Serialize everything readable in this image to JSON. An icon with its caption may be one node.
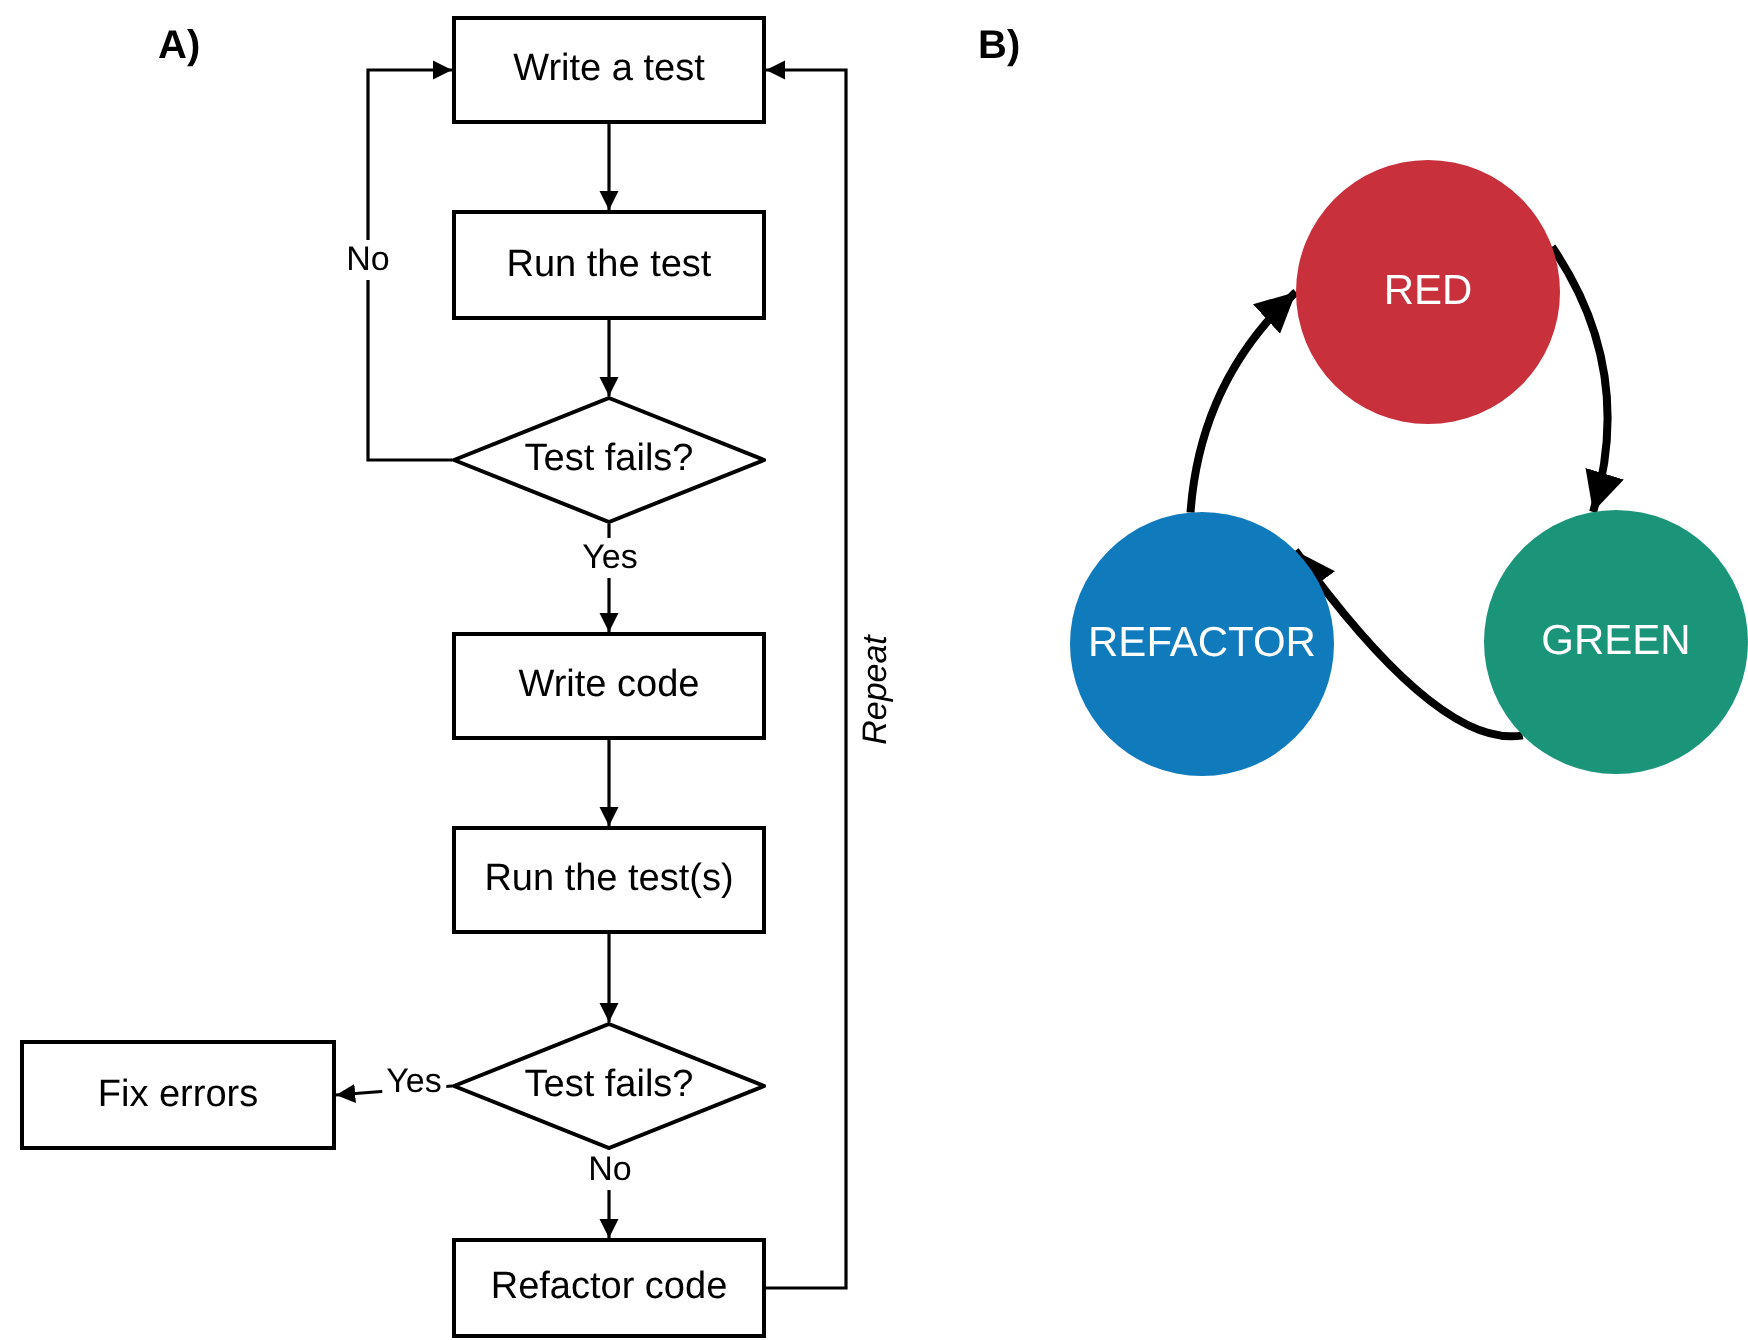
{
  "diagram": {
    "nodes": [
      {
        "text": [
          "Write a test"
        ]
      },
      {
        "text": [
          "Run the test"
        ]
      },
      {
        "text": [
          "Test fails?"
        ]
      },
      {
        "text": [
          "Write code"
        ]
      },
      {
        "text": [
          "Run the test(s)"
        ]
      },
      {
        "text": [
          "Test fails?"
        ]
      },
      {
        "text": [
          "Fix errors"
        ]
      },
      {
        "text": [
          "Refactor code"
        ]
      },
      {
        "text": [
          "RED"
        ]
      },
      {
        "text": [
          "GREEN"
        ]
      },
      {
        "text": [
          "REFACTOR"
        ]
      }
    ],
    "edges": [
      {
        "from": 0,
        "to": 1,
        "arrow": "to"
      },
      {
        "from": 1,
        "to": 2,
        "arrow": "to"
      },
      {
        "from": 2,
        "to": 0,
        "arrow": "to",
        "label": "No"
      },
      {
        "from": 2,
        "to": 3,
        "arrow": "to",
        "label": "Yes"
      },
      {
        "from": 3,
        "to": 4,
        "arrow": "to"
      },
      {
        "from": 4,
        "to": 5,
        "arrow": "to"
      },
      {
        "from": 5,
        "to": 6,
        "arrow": "to",
        "label": "Yes"
      },
      {
        "from": 5,
        "to": 7,
        "arrow": "to",
        "label": "No"
      },
      {
        "from": 7,
        "to": 0,
        "arrow": "to",
        "label": "Repeat"
      },
      {
        "from": 8,
        "to": 9,
        "arrow": "to",
        "style": "thick"
      },
      {
        "from": 9,
        "to": 10,
        "arrow": "to",
        "style": "thick"
      },
      {
        "from": 10,
        "to": 8,
        "arrow": "to",
        "style": "thick"
      }
    ],
    "labels": [
      "A)",
      "B)"
    ]
  }
}
